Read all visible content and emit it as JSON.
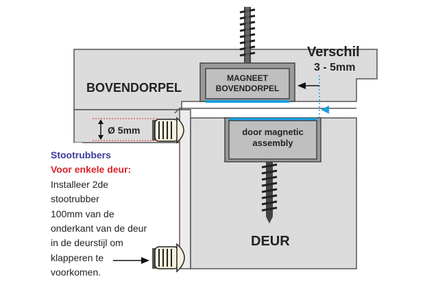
{
  "labels": {
    "verschil_title": "Verschil",
    "verschil_range": "3 - 5mm",
    "magneet_line1": "MAGNEET",
    "magneet_line2": "BOVENDORPEL",
    "bovendorpel": "BOVENDORPEL",
    "door_magnet_line1": "door magnetic",
    "door_magnet_line2": "assembly",
    "diameter": "Ø 5mm",
    "deur": "DEUR"
  },
  "note": {
    "title": "Stootrubbers",
    "subtitle": "Voor enkele deur:",
    "lines": [
      "Installeer 2de",
      "stootrubber",
      "100mm van de",
      "onderkant van de deur",
      "in de deurstijl om",
      "klapperen te",
      "voorkomen."
    ]
  },
  "colors": {
    "frame_gray": "#d6d6d6",
    "door_gray": "#d9d9d9",
    "magnet_gray": "#bfbfbf",
    "accent_blue": "#1aa0e0",
    "guide_red": "#d8232a",
    "title_purple": "#3b3b9a"
  }
}
